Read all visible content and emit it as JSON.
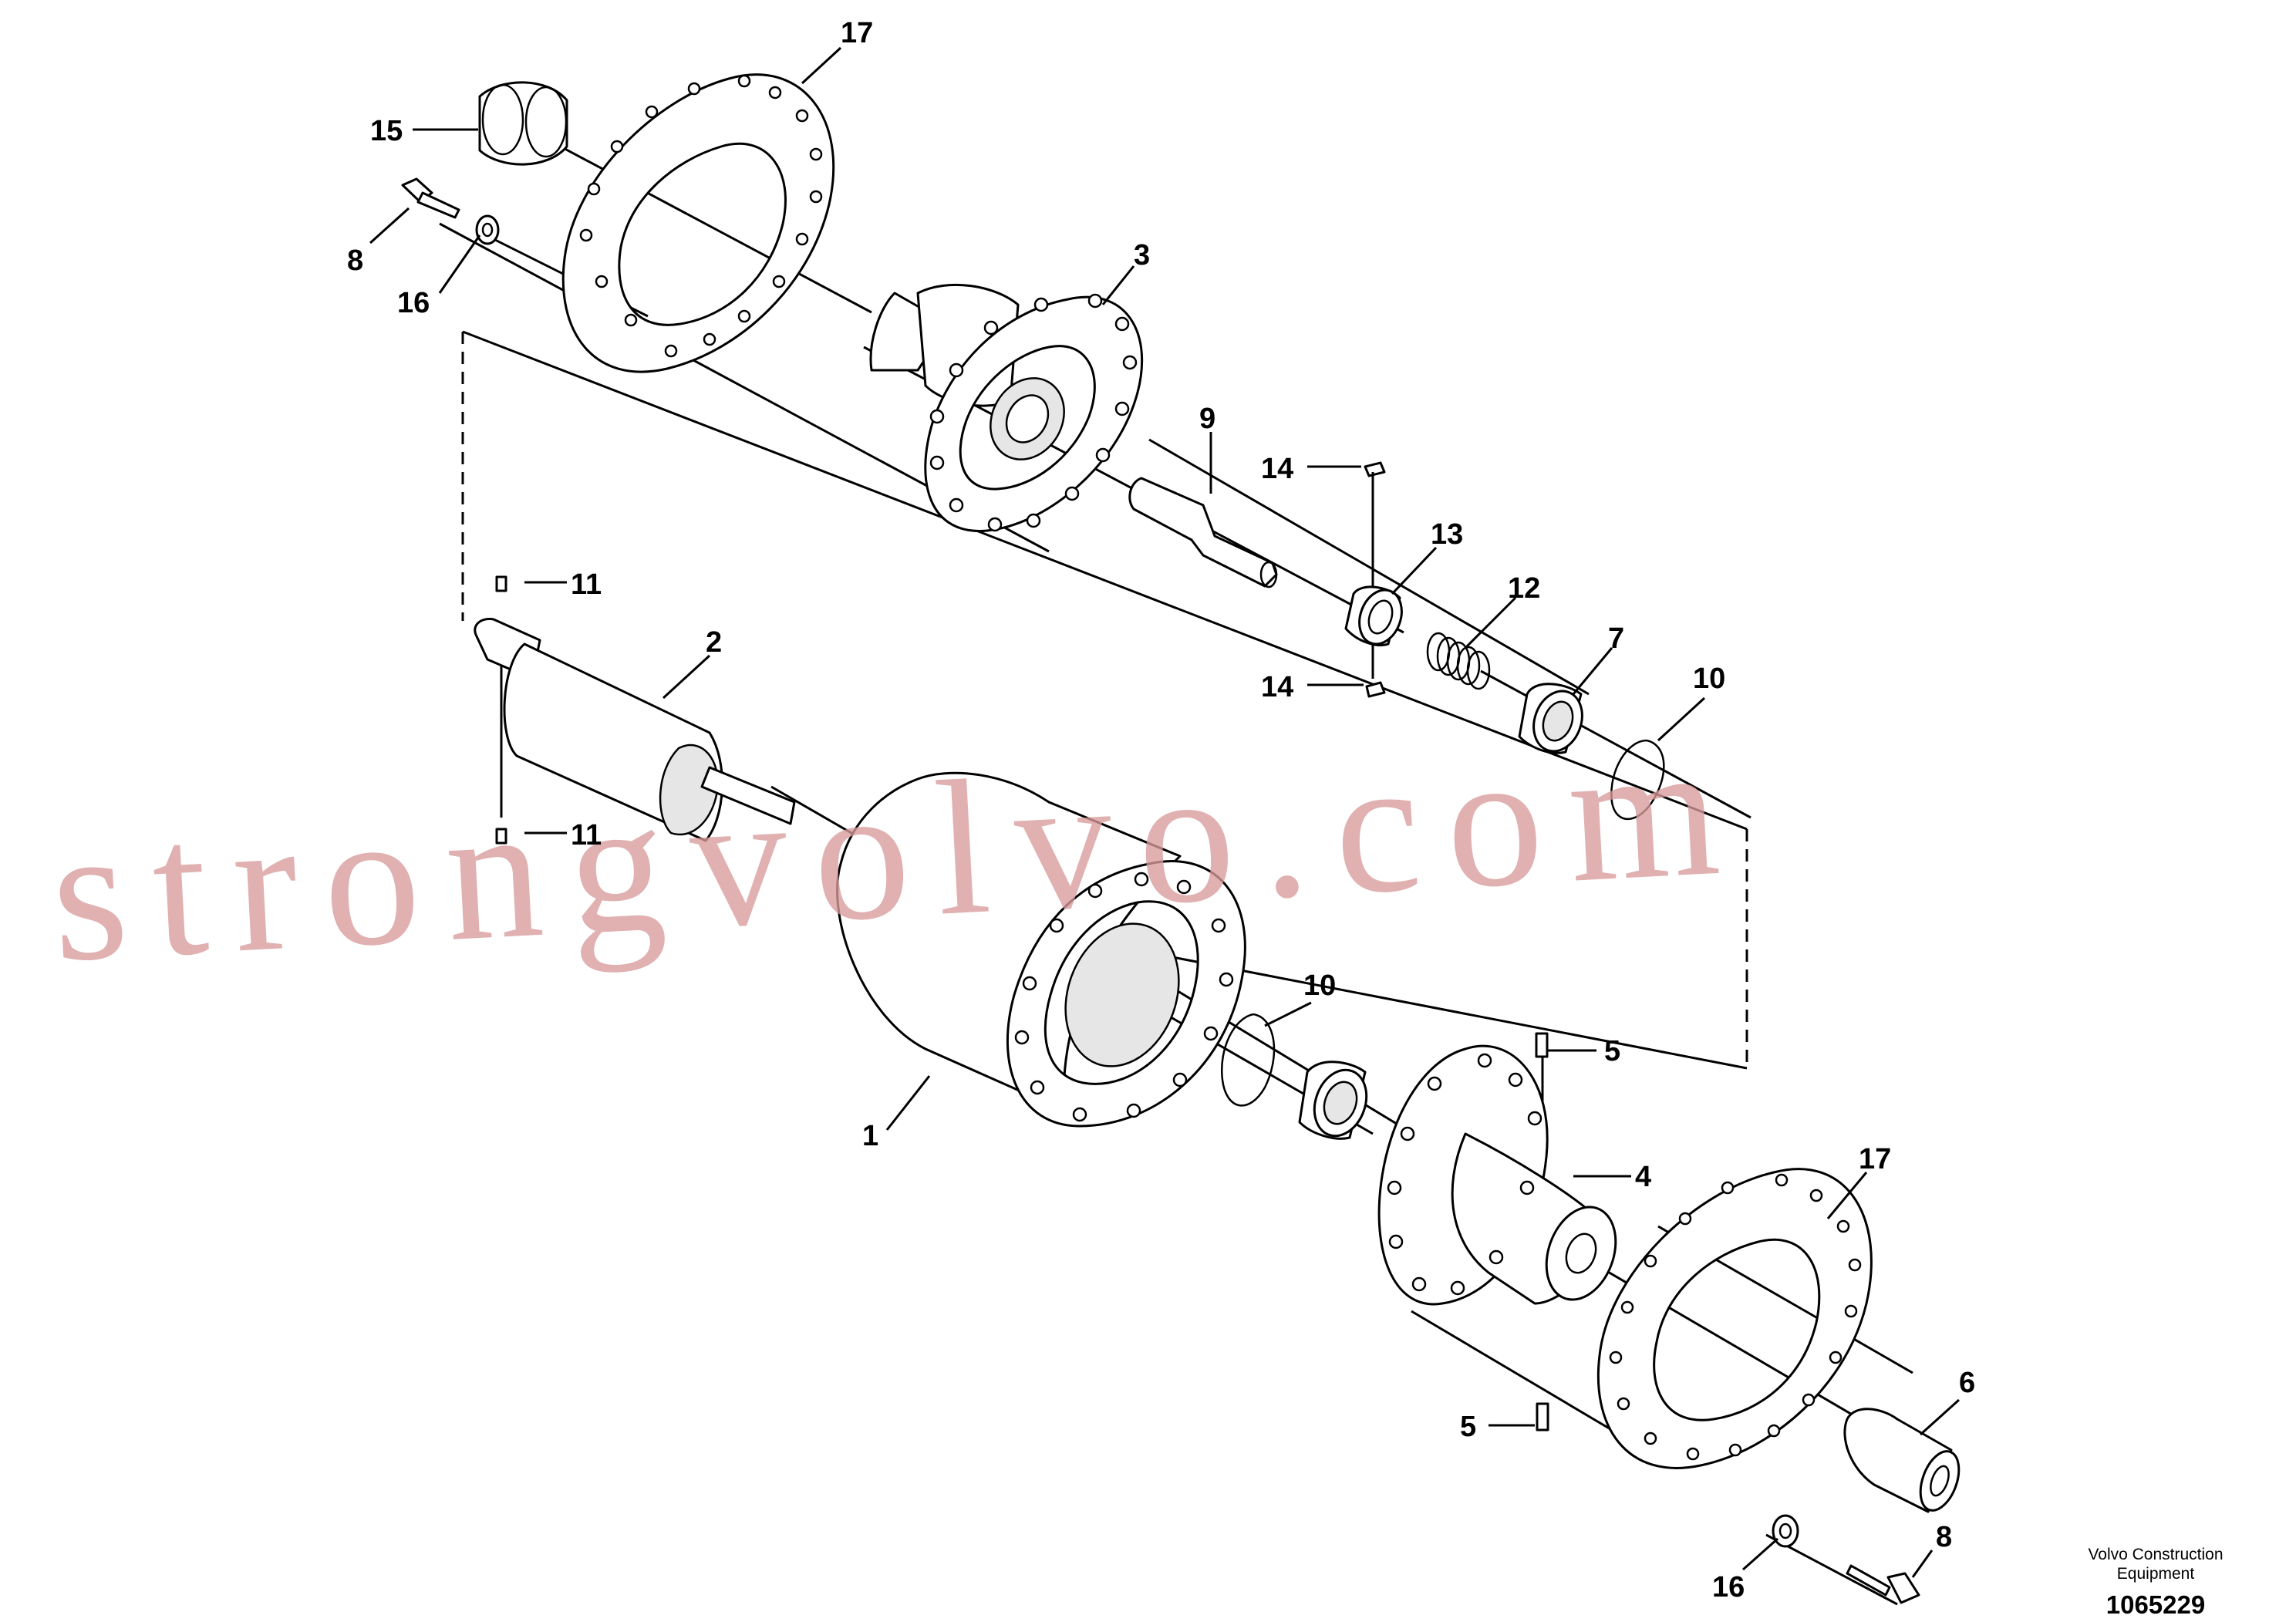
{
  "callouts": [
    {
      "label": "17"
    },
    {
      "label": "15"
    },
    {
      "label": "8"
    },
    {
      "label": "16"
    },
    {
      "label": "3"
    },
    {
      "label": "9"
    },
    {
      "label": "14"
    },
    {
      "label": "13"
    },
    {
      "label": "11"
    },
    {
      "label": "12"
    },
    {
      "label": "2"
    },
    {
      "label": "7"
    },
    {
      "label": "14"
    },
    {
      "label": "10"
    },
    {
      "label": "11"
    },
    {
      "label": "10"
    },
    {
      "label": "5"
    },
    {
      "label": "1"
    },
    {
      "label": "4"
    },
    {
      "label": "17"
    },
    {
      "label": "6"
    },
    {
      "label": "5"
    },
    {
      "label": "8"
    },
    {
      "label": "16"
    }
  ],
  "watermark": "strongvolvo.com",
  "brand": {
    "line1": "Volvo Construction",
    "line2": "Equipment"
  },
  "doc_number": "1065229"
}
